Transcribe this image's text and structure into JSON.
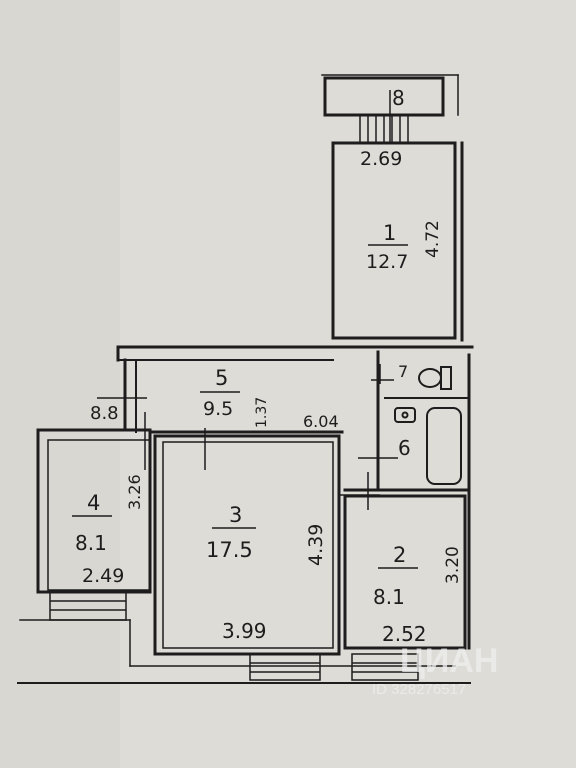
{
  "plan": {
    "colors": {
      "paper": "#d9d7d2",
      "paper_light": "#e4e2dd",
      "ink": "#1d1d1d"
    },
    "rooms": [
      {
        "id": "room-1",
        "number": "1",
        "area": "12.7",
        "dimension": "4.72"
      },
      {
        "id": "room-2",
        "number": "2",
        "area": "8.1",
        "dimension": "3.20"
      },
      {
        "id": "room-3",
        "number": "3",
        "area": "17.5",
        "dimension": "4.39"
      },
      {
        "id": "room-4",
        "number": "4",
        "area": "8.1",
        "dimension": "3.26"
      },
      {
        "id": "room-5",
        "number": "5",
        "area": "9.5",
        "dimension": "1.37"
      },
      {
        "id": "room-6",
        "number": "6"
      },
      {
        "id": "room-7",
        "number": "7"
      },
      {
        "id": "room-8",
        "number": "8"
      }
    ],
    "widths": {
      "room1": "2.69",
      "room2": "2.52",
      "room3": "3.99",
      "room4": "2.49",
      "corridor": "6.04",
      "short": "8.8"
    },
    "watermark": {
      "brand": "ЦИАН",
      "id_text": "ID 328276517"
    }
  }
}
